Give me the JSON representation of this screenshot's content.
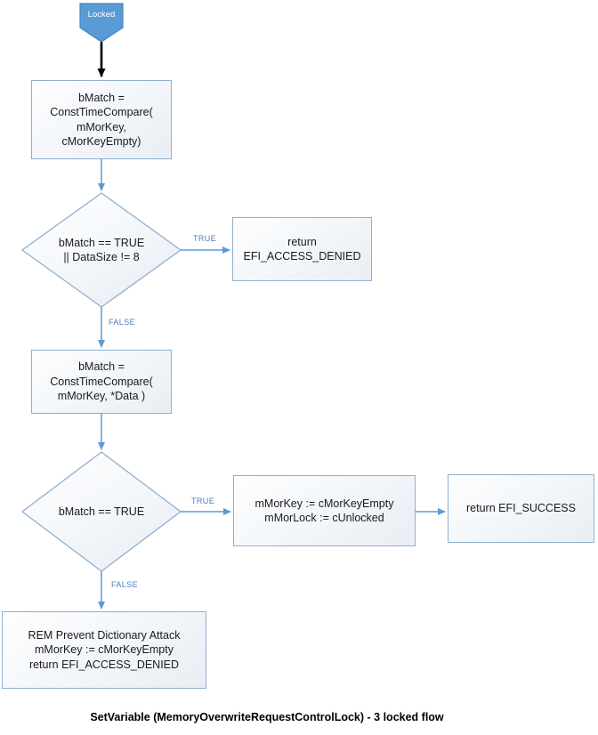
{
  "colors": {
    "start_fill": "#5b9bd5",
    "start_border": "#4286bd",
    "shape_border": "#8fb0d1",
    "connector_blue": "#5b9bd5",
    "branch_label_blue": "#4a7ebb",
    "arrow_black": "#000000"
  },
  "diagram": {
    "caption": "SetVariable (MemoryOverwriteRequestControlLock) - 3 locked flow",
    "start": {
      "label": "Locked"
    },
    "nodes": {
      "compare_empty": {
        "lines": [
          "bMatch =",
          "ConstTimeCompare(",
          "mMorKey,",
          "cMorKeyEmpty)"
        ]
      },
      "decision_empty_or_size": {
        "lines": [
          "bMatch == TRUE",
          "|| DataSize != 8"
        ]
      },
      "access_denied_1": {
        "lines": [
          "return",
          "EFI_ACCESS_DENIED"
        ]
      },
      "compare_data": {
        "lines": [
          "bMatch =",
          "ConstTimeCompare(",
          "mMorKey, *Data )"
        ]
      },
      "decision_match": {
        "lines": [
          "bMatch == TRUE"
        ]
      },
      "unlock_actions": {
        "lines": [
          "mMorKey := cMorKeyEmpty",
          "mMorLock := cUnlocked"
        ]
      },
      "success": {
        "lines": [
          "return EFI_SUCCESS"
        ]
      },
      "dictionary_attack": {
        "lines": [
          "REM Prevent Dictionary Attack",
          "mMorKey := cMorKeyEmpty",
          "return EFI_ACCESS_DENIED"
        ]
      }
    },
    "branch_labels": {
      "true_1": "TRUE",
      "false_1": "FALSE",
      "true_2": "TRUE",
      "false_2": "FALSE"
    }
  }
}
